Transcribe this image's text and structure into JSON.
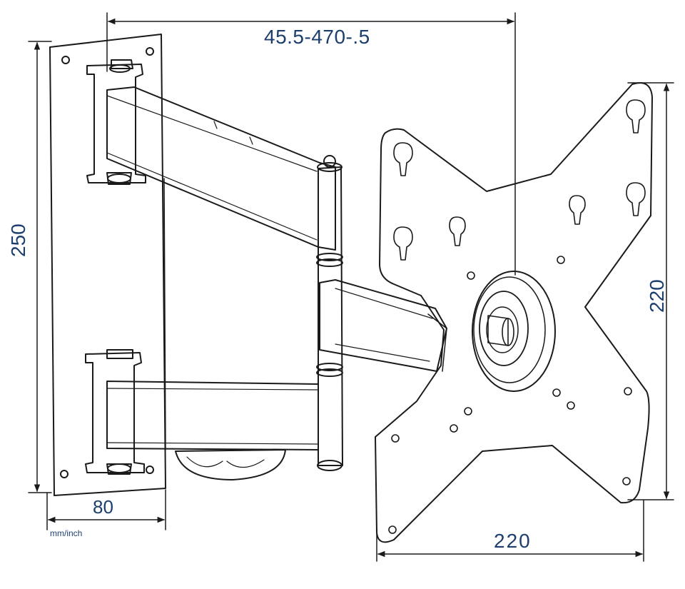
{
  "dimensions": {
    "arm_extension": "45.5-470-.5",
    "wall_plate_height": "250",
    "vesa_vertical": "220",
    "wall_plate_depth": "80",
    "vesa_horizontal": "220",
    "units": "mm/inch"
  },
  "colors": {
    "line": "#1a1a1a",
    "dimension_text": "#1d3f6e"
  }
}
